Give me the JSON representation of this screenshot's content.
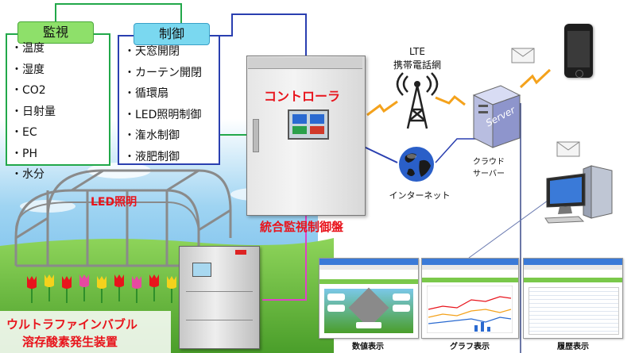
{
  "monitoring": {
    "title": "監視",
    "items": [
      "温度",
      "湿度",
      "CO2",
      "日射量",
      "EC",
      "PH",
      "水分"
    ]
  },
  "control": {
    "title": "制御",
    "items": [
      "天窓開閉",
      "カーテン開閉",
      "循環扇",
      "LED照明制御",
      "潅水制御",
      "液肥制御"
    ]
  },
  "controller_label": "コントローラ",
  "panel_label": "統合監視制御盤",
  "led_label": "LED照明",
  "bubble_label_line1": "ウルトラファインバブル",
  "bubble_label_line2": "溶存酸素発生装置",
  "lte_line1": "LTE",
  "lte_line2": "携帯電話網",
  "internet_label": "インターネット",
  "cloud_line1": "クラウド",
  "cloud_line2": "サーバー",
  "server_text": "Server",
  "screens": [
    {
      "caption": "数値表示"
    },
    {
      "caption": "グラフ表示"
    },
    {
      "caption": "履歴表示"
    }
  ],
  "colors": {
    "monitor_tag": "#8ee06a",
    "control_tag": "#7ad8f0",
    "wire_green": "#22a84a",
    "wire_blue": "#2a3fb0",
    "wire_magenta": "#e040c8",
    "accent_red": "#e8141c"
  }
}
